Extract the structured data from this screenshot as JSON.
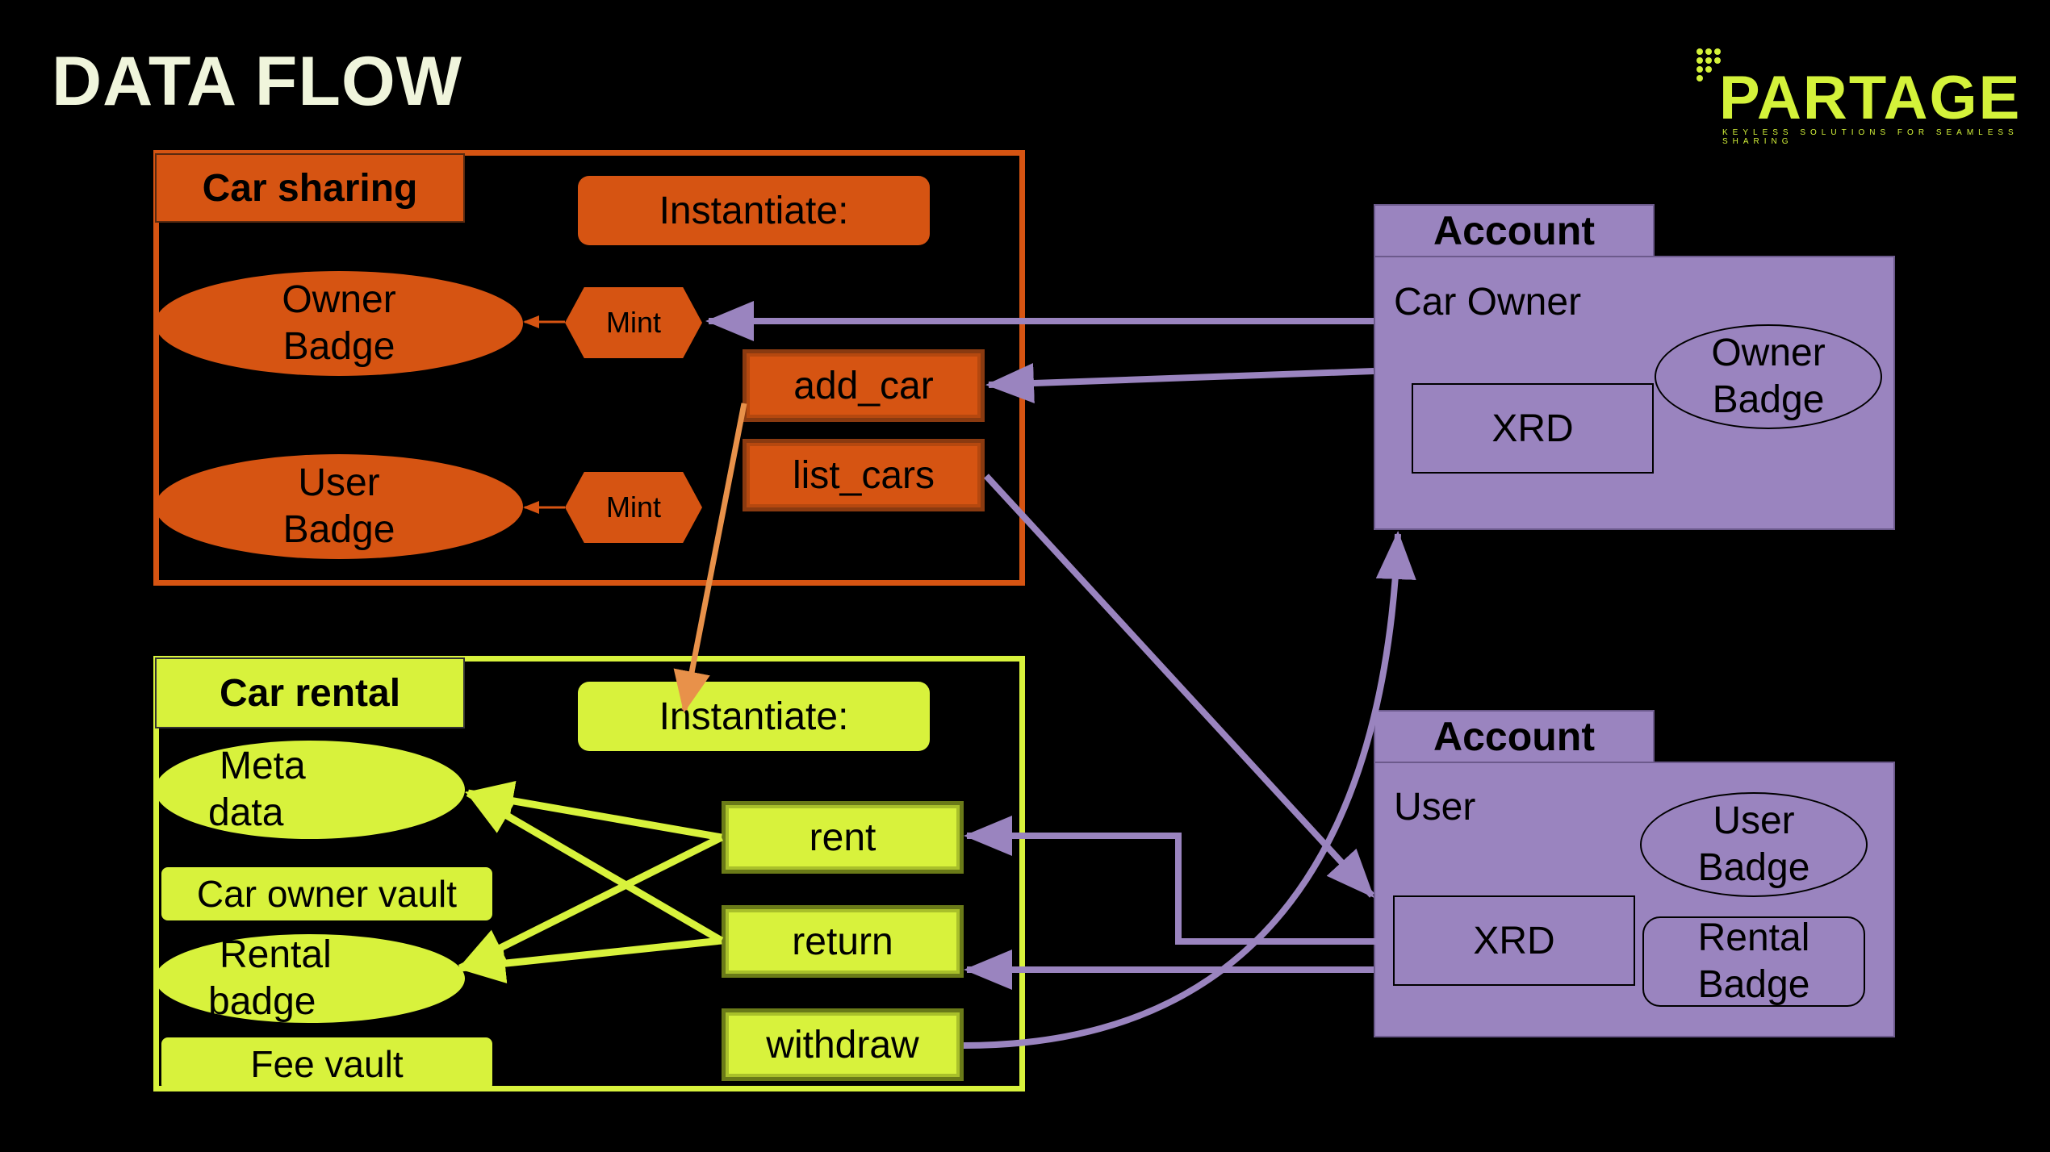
{
  "title": "DATA FLOW",
  "logo": {
    "name": "PARTAGE",
    "tagline": "KEYLESS SOLUTIONS FOR SEAMLESS SHARING"
  },
  "colors": {
    "orange": "#d65412",
    "green": "#d8f23c",
    "purple": "#9a84bf",
    "arrow_purple": "#9a84bf",
    "arrow_orange": "#e8914a"
  },
  "car_sharing": {
    "label": "Car sharing",
    "instantiate": "Instantiate:",
    "owner_badge_line1": "Owner",
    "owner_badge_line2": "Badge",
    "user_badge_line1": "User",
    "user_badge_line2": "Badge",
    "mint_1": "Mint",
    "mint_2": "Mint",
    "add_car": "add_car",
    "list_cars": "list_cars"
  },
  "car_rental": {
    "label": "Car rental",
    "instantiate": "Instantiate:",
    "meta_line1": "Meta",
    "meta_line2": "data",
    "owner_vault": "Car owner vault",
    "rental_line1": "Rental",
    "rental_line2": "badge",
    "fee_vault": "Fee vault",
    "rent": "rent",
    "return": "return",
    "withdraw": "withdraw"
  },
  "account_owner": {
    "tab": "Account",
    "role": "Car Owner",
    "xrd": "XRD",
    "badge_line1": "Owner",
    "badge_line2": "Badge"
  },
  "account_user": {
    "tab": "Account",
    "role": "User",
    "xrd": "XRD",
    "badge_line1": "User",
    "badge_line2": "Badge",
    "rental_line1": "Rental",
    "rental_line2": "Badge"
  }
}
